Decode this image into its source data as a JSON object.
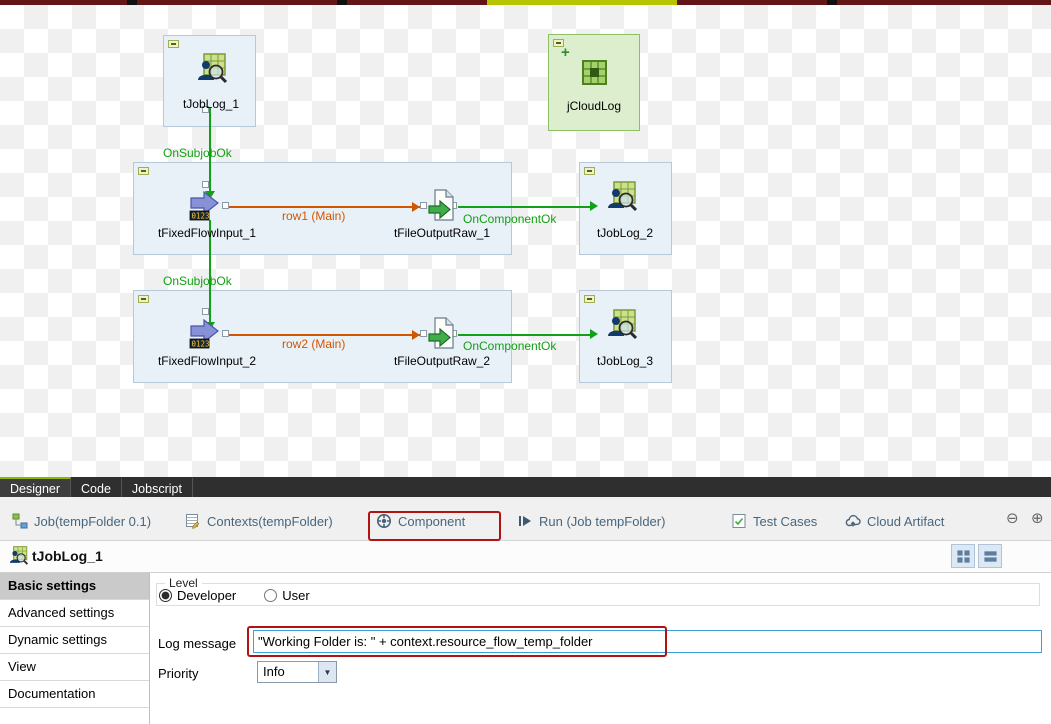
{
  "canvas": {
    "components": {
      "tjoblog_1": "tJobLog_1",
      "jcloudlog": "jCloudLog",
      "tfixedflowinput_1": "tFixedFlowInput_1",
      "tfileoutputraw_1": "tFileOutputRaw_1",
      "tjoblog_2": "tJobLog_2",
      "tfixedflowinput_2": "tFixedFlowInput_2",
      "tfileoutputraw_2": "tFileOutputRaw_2",
      "tjoblog_3": "tJobLog_3"
    },
    "connections": {
      "onsubjobok_1": "OnSubjobOk",
      "onsubjobok_2": "OnSubjobOk",
      "row_1": "row1 (Main)",
      "row_2": "row2 (Main)",
      "oncomponentok_1": "OnComponentOk",
      "oncomponentok_2": "OnComponentOk"
    },
    "colors": {
      "trigger_link": "#12a014",
      "row_link": "#d45500"
    }
  },
  "view_tabs": {
    "designer": "Designer",
    "code": "Code",
    "jobscript": "Jobscript"
  },
  "toolbar": {
    "job": "Job(tempFolder 0.1)",
    "contexts": "Contexts(tempFolder)",
    "component": "Component",
    "run": "Run (Job tempFolder)",
    "test_cases": "Test Cases",
    "cloud_artifact": "Cloud Artifact"
  },
  "component_panel": {
    "title": "tJobLog_1",
    "sidebar": {
      "basic": "Basic settings",
      "advanced": "Advanced settings",
      "dynamic": "Dynamic settings",
      "view": "View",
      "documentation": "Documentation"
    },
    "level": {
      "label": "Level",
      "developer": "Developer",
      "user": "User",
      "selected": "Developer"
    },
    "log_message": {
      "label": "Log message",
      "value": "\"Working Folder is: \" + context.resource_flow_temp_folder"
    },
    "priority": {
      "label": "Priority",
      "value": "Info"
    }
  },
  "annotations": {
    "highlight_color": "#b11212"
  }
}
